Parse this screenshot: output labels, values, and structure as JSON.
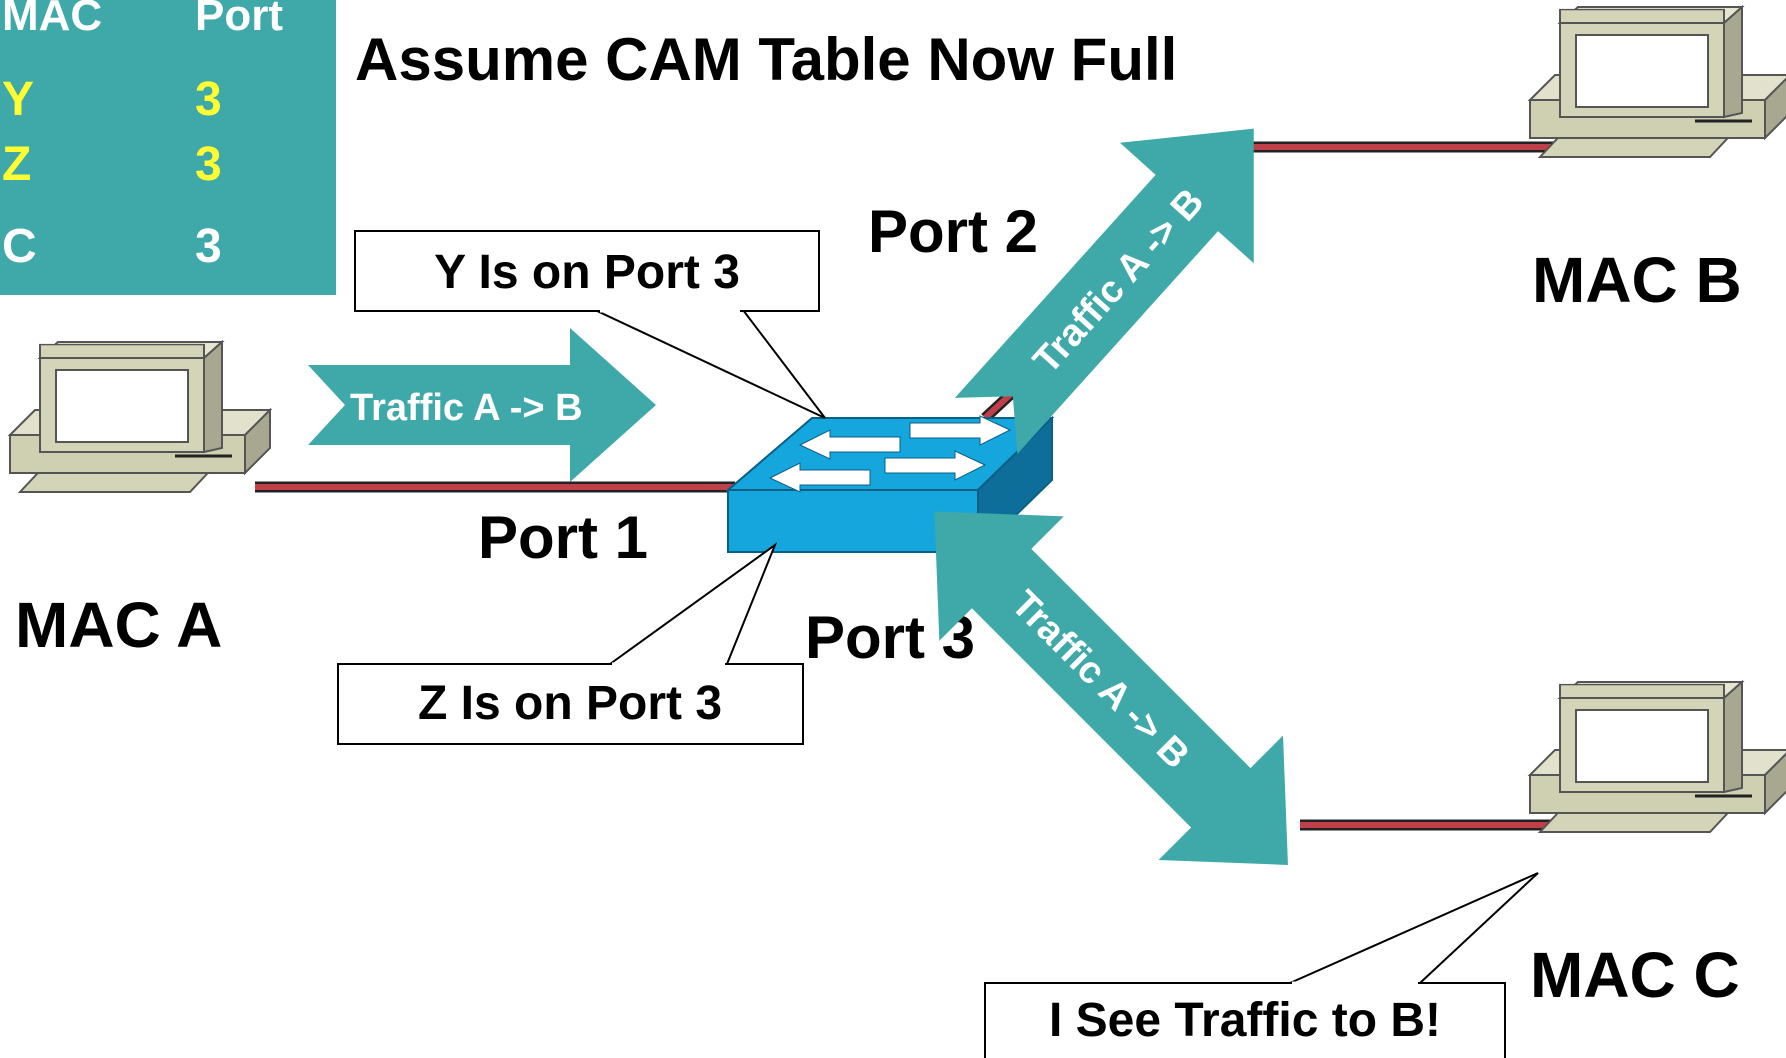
{
  "title": "Assume CAM Table Now Full",
  "cam_table": {
    "header_mac": "MAC",
    "header_port": "Port",
    "rows": [
      {
        "mac": "Y",
        "port": "3",
        "color": "#ffff33"
      },
      {
        "mac": "Z",
        "port": "3",
        "color": "#ffff33"
      },
      {
        "mac": "C",
        "port": "3",
        "color": "#ffffff"
      }
    ],
    "background": "#3fa8a8"
  },
  "hosts": {
    "a": {
      "label": "MAC A"
    },
    "b": {
      "label": "MAC B"
    },
    "c": {
      "label": "MAC C"
    }
  },
  "ports": {
    "p1": "Port 1",
    "p2": "Port 2",
    "p3": "Port 3"
  },
  "callouts": {
    "y": "Y Is on Port 3",
    "z": "Z Is on Port 3",
    "c": "I See Traffic to B!"
  },
  "traffic": {
    "to_switch": "Traffic A -> B",
    "to_b": "Traffic A -> B",
    "to_c": "Traffic A -> B"
  },
  "colors": {
    "arrow": "#3fa8a8",
    "link": "#c0404a",
    "switch_top": "#14a6dc",
    "switch_side": "#0d6e9a",
    "computer": "#d4d4b8"
  }
}
